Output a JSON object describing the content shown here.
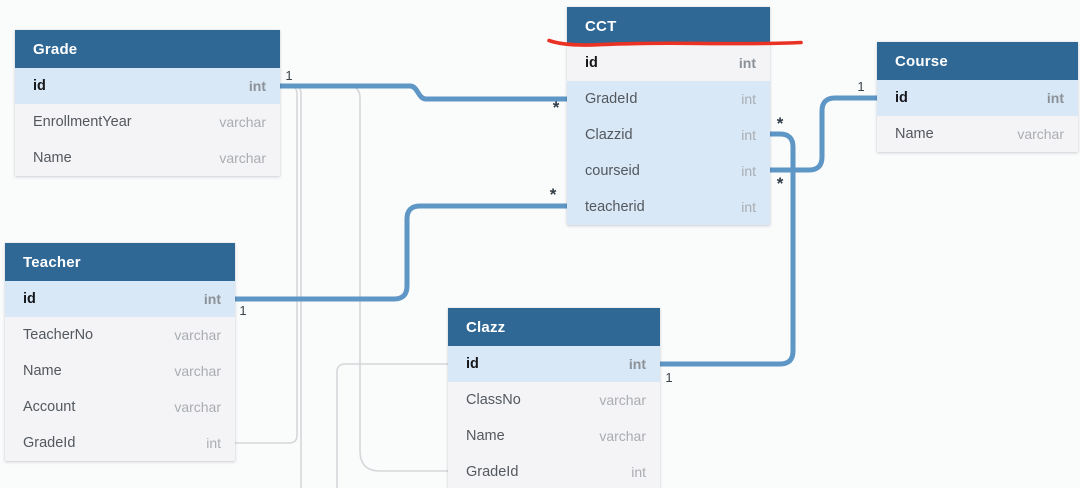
{
  "diagram": {
    "background": "#fafbfb",
    "colors": {
      "table_header": "#2f6795",
      "row_normal": "#f4f4f6",
      "row_highlight": "#d9e8f6",
      "line_active": "#5e96c5",
      "line_muted": "#d7d7db",
      "annotation_red": "#e93223"
    },
    "tables": [
      {
        "id": "grade",
        "title": "Grade",
        "fields": [
          {
            "name": "id",
            "type": "int",
            "pk": true,
            "highlight": true
          },
          {
            "name": "EnrollmentYear",
            "type": "varchar"
          },
          {
            "name": "Name",
            "type": "varchar"
          }
        ]
      },
      {
        "id": "cct",
        "title": "CCT",
        "fields": [
          {
            "name": "id",
            "type": "int",
            "pk": true
          },
          {
            "name": "GradeId",
            "type": "int",
            "highlight": true
          },
          {
            "name": "Clazzid",
            "type": "int",
            "highlight": true
          },
          {
            "name": "courseid",
            "type": "int",
            "highlight": true
          },
          {
            "name": "teacherid",
            "type": "int",
            "highlight": true
          }
        ]
      },
      {
        "id": "course",
        "title": "Course",
        "fields": [
          {
            "name": "id",
            "type": "int",
            "pk": true,
            "highlight": true
          },
          {
            "name": "Name",
            "type": "varchar"
          }
        ]
      },
      {
        "id": "teacher",
        "title": "Teacher",
        "fields": [
          {
            "name": "id",
            "type": "int",
            "pk": true,
            "highlight": true
          },
          {
            "name": "TeacherNo",
            "type": "varchar"
          },
          {
            "name": "Name",
            "type": "varchar"
          },
          {
            "name": "Account",
            "type": "varchar"
          },
          {
            "name": "GradeId",
            "type": "int"
          }
        ]
      },
      {
        "id": "clazz",
        "title": "Clazz",
        "fields": [
          {
            "name": "id",
            "type": "int",
            "pk": true,
            "highlight": true
          },
          {
            "name": "ClassNo",
            "type": "varchar"
          },
          {
            "name": "Name",
            "type": "varchar"
          },
          {
            "name": "GradeId",
            "type": "int"
          }
        ]
      }
    ],
    "relationships": [
      {
        "id": "grade-cct",
        "from": "Grade.id",
        "to": "CCT.GradeId",
        "from_card": "1",
        "to_card": "*",
        "style": "active"
      },
      {
        "id": "teacher-cct",
        "from": "Teacher.id",
        "to": "CCT.teacherid",
        "from_card": "1",
        "to_card": "*",
        "style": "active"
      },
      {
        "id": "clazz-cct",
        "from": "Clazz.id",
        "to": "CCT.Clazzid",
        "from_card": "1",
        "to_card": "*",
        "style": "active"
      },
      {
        "id": "course-cct",
        "from": "Course.id",
        "to": "CCT.courseid",
        "from_card": "1",
        "to_card": "*",
        "style": "active"
      },
      {
        "id": "grade-teacher",
        "from": "Grade.id",
        "to": "Teacher.GradeId",
        "from_card": "",
        "to_card": "",
        "style": "muted"
      },
      {
        "id": "grade-clazz",
        "from": "Grade.id",
        "to": "Clazz.GradeId",
        "from_card": "",
        "to_card": "",
        "style": "muted"
      },
      {
        "id": "grade-offscreen",
        "from": "Grade.id",
        "to": "",
        "from_card": "",
        "to_card": "",
        "style": "muted"
      },
      {
        "id": "clazz-offscreen",
        "from": "Clazz.id",
        "to": "",
        "from_card": "",
        "to_card": "",
        "style": "muted"
      }
    ],
    "annotation": {
      "type": "red-underline",
      "target": "CCT header",
      "color": "#e93223"
    }
  }
}
